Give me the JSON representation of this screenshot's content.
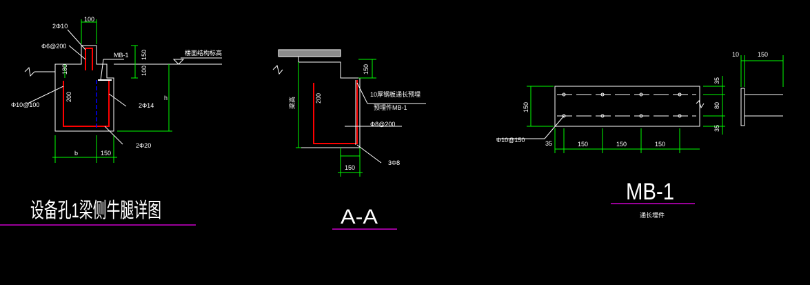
{
  "colors": {
    "background": "#000000",
    "outline": "#ffffff",
    "dimension": "#00ff00",
    "rebar": "#ff0000",
    "centerline": "#0000ff",
    "title_underline": "#cc00cc",
    "leader": "#ffffff"
  },
  "detail1": {
    "title": "设备孔1梁侧牛腿详图",
    "dim_top_100": "100",
    "bar_2phi10": "2Φ10",
    "stirrup_phi6": "Φ6@200",
    "mb1_label": "MB-1",
    "dim_150": "150",
    "dim_100_right": "100",
    "dim_180": "180",
    "slab_label": "楼面结构标高",
    "dim_200": "200",
    "bar_2phi14": "2Φ14",
    "dim_h": "h",
    "stirrup_phi10": "Φ10@100",
    "bar_2phi20": "2Φ20",
    "dim_b": "b",
    "dim_150_bottom": "150"
  },
  "detail2": {
    "title": "A-A",
    "dim_150_top": "150",
    "note_line1": "10厚钢板通长预埋",
    "note_line2": "预埋件MB-1",
    "dim_200": "200",
    "left_dim": "梁高",
    "stirrup_phi8": "Φ8@200",
    "dim_150_bottom": "150",
    "bar_3phi8": "3Φ8"
  },
  "detail3": {
    "title": "MB-1",
    "subtitle": "通长埋件",
    "dim_10": "10",
    "dim_150_top": "150",
    "dim_150_left": "150",
    "dim_35_top": "35",
    "dim_80": "80",
    "dim_35_bottom": "35",
    "anchor_label": "Φ10@150",
    "dim_35_left": "35",
    "dim_150_1": "150",
    "dim_150_2": "150",
    "dim_150_3": "150"
  }
}
